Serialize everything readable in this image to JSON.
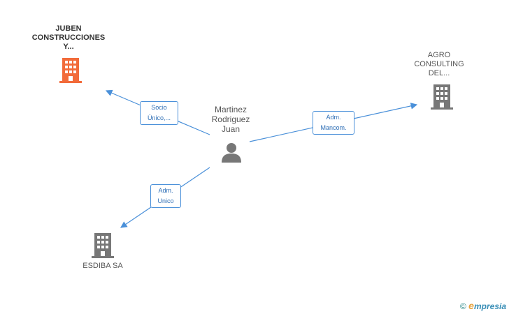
{
  "center_person": {
    "label_lines": [
      "Martinez",
      "Rodriguez",
      "Juan"
    ],
    "icon": "person-icon"
  },
  "companies": [
    {
      "id": "juben",
      "label_lines": [
        "JUBEN",
        "CONSTRUCCIONES",
        "Y..."
      ],
      "color": "#f26b3a",
      "icon": "building-icon"
    },
    {
      "id": "agro",
      "label_lines": [
        "AGRO",
        "CONSULTING",
        "DEL..."
      ],
      "color": "#777777",
      "icon": "building-icon"
    },
    {
      "id": "esdiba",
      "label_lines": [
        "ESDIBA SA"
      ],
      "color": "#777777",
      "icon": "building-icon"
    }
  ],
  "relations": [
    {
      "to": "juben",
      "role_lines": [
        "Socio",
        "Único,..."
      ]
    },
    {
      "to": "agro",
      "role_lines": [
        "Adm.",
        "Mancom."
      ]
    },
    {
      "to": "esdiba",
      "role_lines": [
        "Adm.",
        "Unico"
      ]
    }
  ],
  "colors": {
    "edge": "#4a90d9",
    "accent": "#f26b3a",
    "building": "#777777"
  },
  "footer": {
    "copyright": "©",
    "brand_initial": "e",
    "brand_rest": "mpresia"
  }
}
